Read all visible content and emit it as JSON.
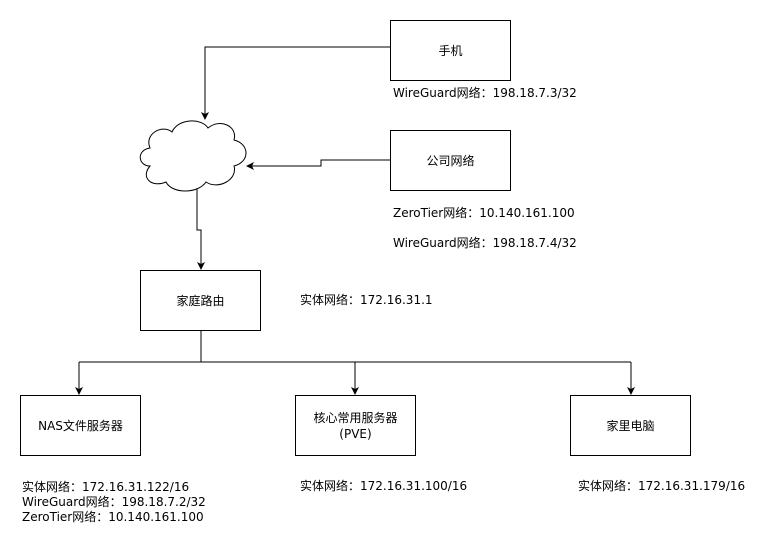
{
  "nodes": {
    "phone": "手机",
    "company": "公司网络",
    "router": "家庭路由",
    "nas": "NAS文件服务器",
    "core_line1": "核心常用服务器",
    "core_line2": "(PVE)",
    "pc": "家里电脑"
  },
  "labels": {
    "phone_wg": "WireGuard网络：198.18.7.3/32",
    "company_zt": "ZeroTier网络：10.140.161.100",
    "company_wg": "WireGuard网络：198.18.7.4/32",
    "router_ip": "实体网络：172.16.31.1",
    "nas_ip": "实体网络：172.16.31.122/16",
    "nas_wg": "WireGuard网络：198.18.7.2/32",
    "nas_zt": "ZeroTier网络：10.140.161.100",
    "core_ip": "实体网络：172.16.31.100/16",
    "pc_ip": "实体网络：172.16.31.179/16"
  },
  "colors": {
    "line": "#000000",
    "fill": "#ffffff"
  }
}
